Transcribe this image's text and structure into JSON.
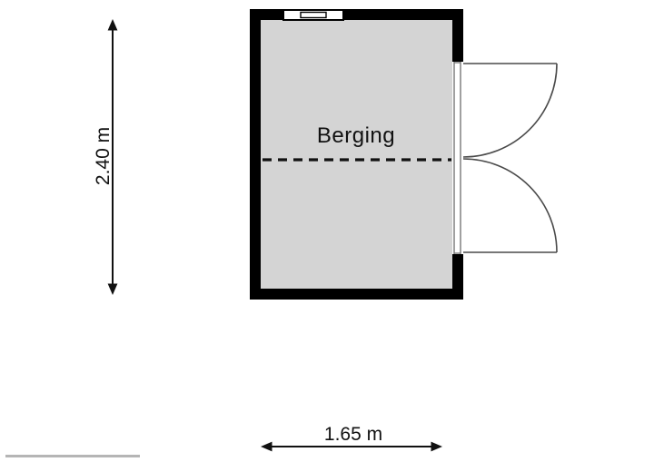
{
  "room": {
    "label": "Berging"
  },
  "dimensions": {
    "height_label": "2.40 m",
    "width_label": "1.65 m"
  },
  "colors": {
    "background": "#ffffff",
    "wall": "#000000",
    "floor": "#d4d4d4",
    "dashed_line": "#111111",
    "door_line": "#4a4a4a",
    "dimension_line": "#111111",
    "fine_print_bar": "#b5b5b5"
  }
}
